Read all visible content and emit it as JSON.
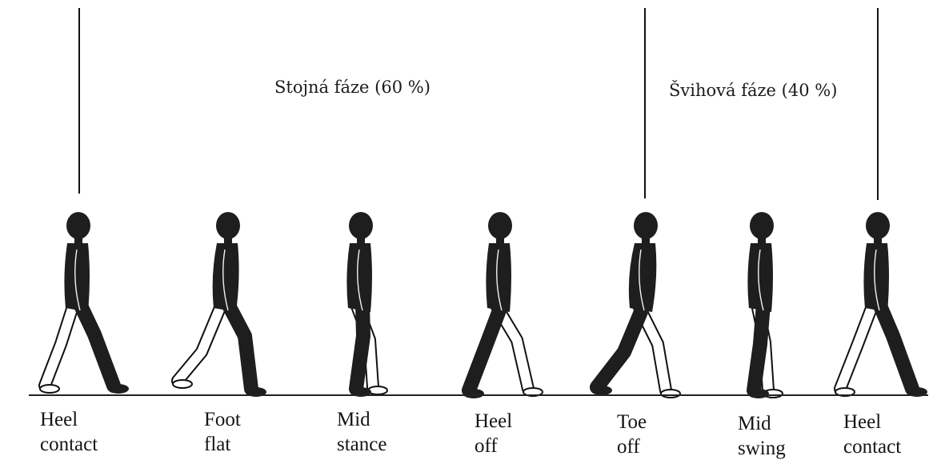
{
  "phases": {
    "stance": {
      "label": "Stojná fáze (60 %)",
      "percent": 60
    },
    "swing": {
      "label": "Švihová fáze (40 %)",
      "percent": 40
    }
  },
  "events": [
    {
      "line1": "Heel",
      "line2": "contact"
    },
    {
      "line1": "Foot",
      "line2": "flat"
    },
    {
      "line1": "Mid",
      "line2": "stance"
    },
    {
      "line1": "Heel",
      "line2": "off"
    },
    {
      "line1": "Toe",
      "line2": "off"
    },
    {
      "line1": "Mid",
      "line2": "swing"
    },
    {
      "line1": "Heel",
      "line2": "contact"
    }
  ],
  "colors": {
    "figure": "#1e1e1e",
    "back_leg": "#ffffff",
    "outline": "#111111",
    "ground": "#222222"
  }
}
